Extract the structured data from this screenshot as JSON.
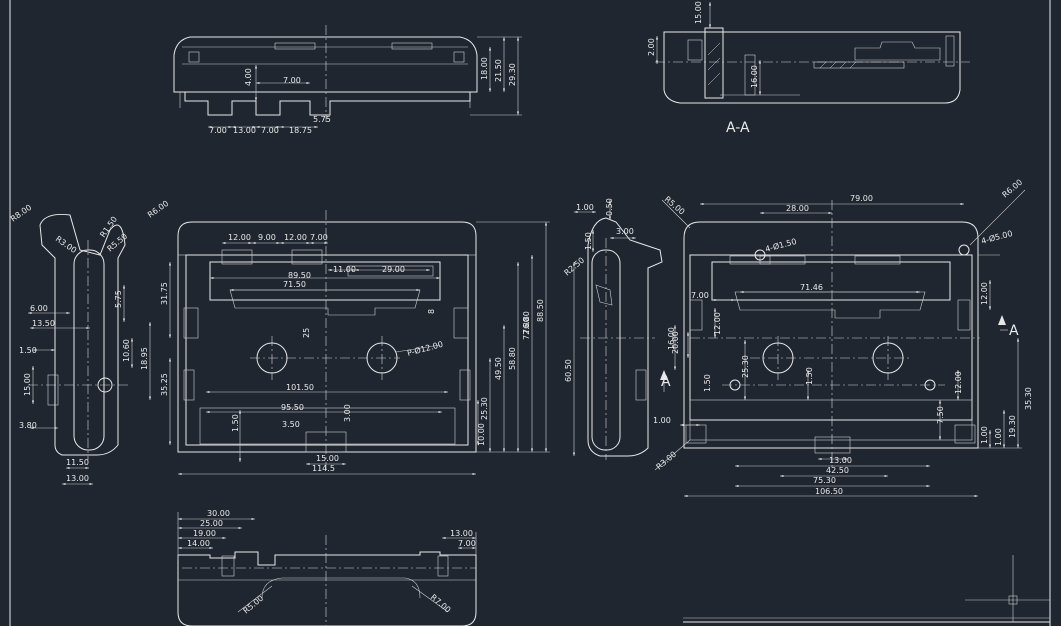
{
  "drawing": {
    "background": "#1f2630",
    "line_color": "#e8e8e8",
    "section_label": "A-A",
    "section_marks": [
      "A",
      "A"
    ],
    "dims_top_view": [
      "7.00",
      "4.00",
      "7.00",
      "13.00",
      "7.00",
      "18.75",
      "5.75",
      "18.00",
      "21.50",
      "29.30"
    ],
    "dims_section_view": [
      "15.00",
      "2.00",
      "16.00"
    ],
    "dims_left_side": [
      "R8.00",
      "R3.00",
      "R1.50",
      "R5.50",
      "6.00",
      "13.50",
      "5.75",
      "1.50",
      "10.60",
      "18.95",
      "15.00",
      "3.80",
      "11.50",
      "13.00"
    ],
    "dims_front_view": [
      "R6.00",
      "12.00",
      "9.00",
      "12.00",
      "7.00",
      "11.00",
      "29.00",
      "89.50",
      "71.50",
      "31.75",
      "8",
      "25",
      "P-Ø12.00",
      "35.25",
      "101.50",
      "95.50",
      "1.50",
      "3.50",
      "3.00",
      "15.00",
      "114.5",
      "49.50",
      "58.80",
      "72.80",
      "76.80",
      "88.50",
      "25.30",
      "10.00"
    ],
    "dims_right_side": [
      "1.00",
      "0.50",
      "1.50",
      "3.00",
      "R2.50",
      "60.50"
    ],
    "dims_back_view": [
      "R5.00",
      "79.00",
      "28.00",
      "4-Ø1.50",
      "R6.00",
      "4-Ø5.00",
      "7.00",
      "71.46",
      "12.00",
      "12.00",
      "20.00",
      "16.00",
      "1.50",
      "25.30",
      "1.50",
      "12.00",
      "1.00",
      "R3.00",
      "7.50",
      "13.00",
      "42.50",
      "75.30",
      "106.50",
      "19.30",
      "35.30",
      "1.00",
      "1.00"
    ],
    "dims_bottom_view": [
      "30.00",
      "25.00",
      "19.00",
      "14.00",
      "R5.00",
      "13.00",
      "7.00",
      "R7.00"
    ]
  }
}
